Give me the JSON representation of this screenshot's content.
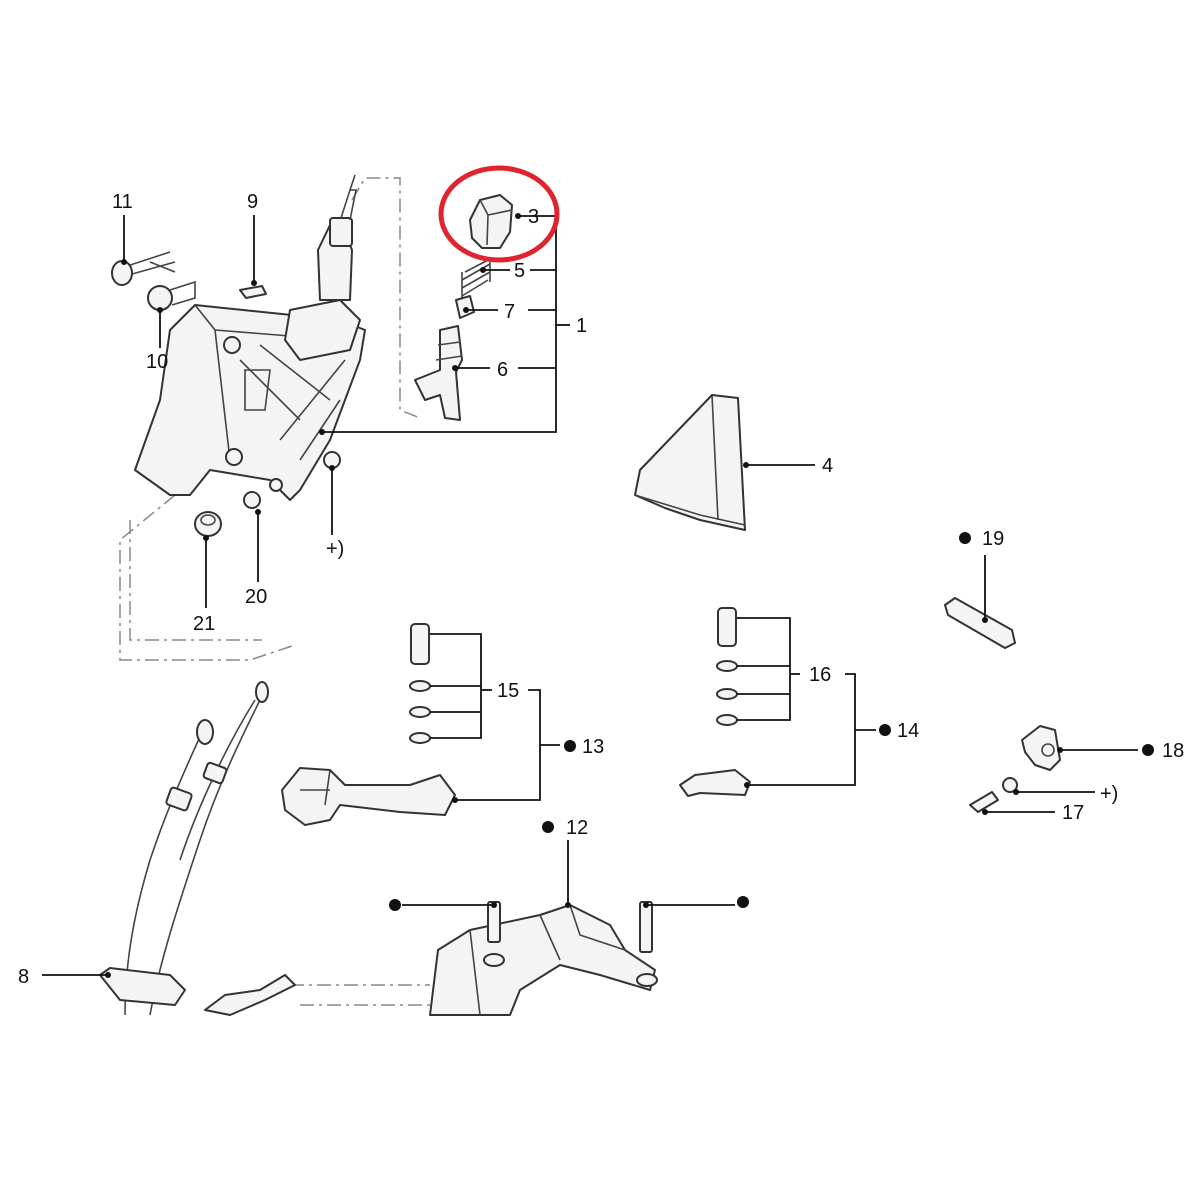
{
  "diagram": {
    "callouts": {
      "c1": "1",
      "c3": "3",
      "c4": "4",
      "c5": "5",
      "c6": "6",
      "c7": "7",
      "c8": "8",
      "c9": "9",
      "c10": "10",
      "c11": "11",
      "c12": "12",
      "c13": "13",
      "c14": "14",
      "c15": "15",
      "c16": "16",
      "c17": "17",
      "c18": "18",
      "c19": "19",
      "c20": "20",
      "c21": "21",
      "plus_a": "+)",
      "plus_b": "+)"
    },
    "highlighted_part": "3",
    "colors": {
      "highlight": "#e0232e",
      "line": "#111111",
      "part_fill": "#f4f4f4"
    }
  }
}
